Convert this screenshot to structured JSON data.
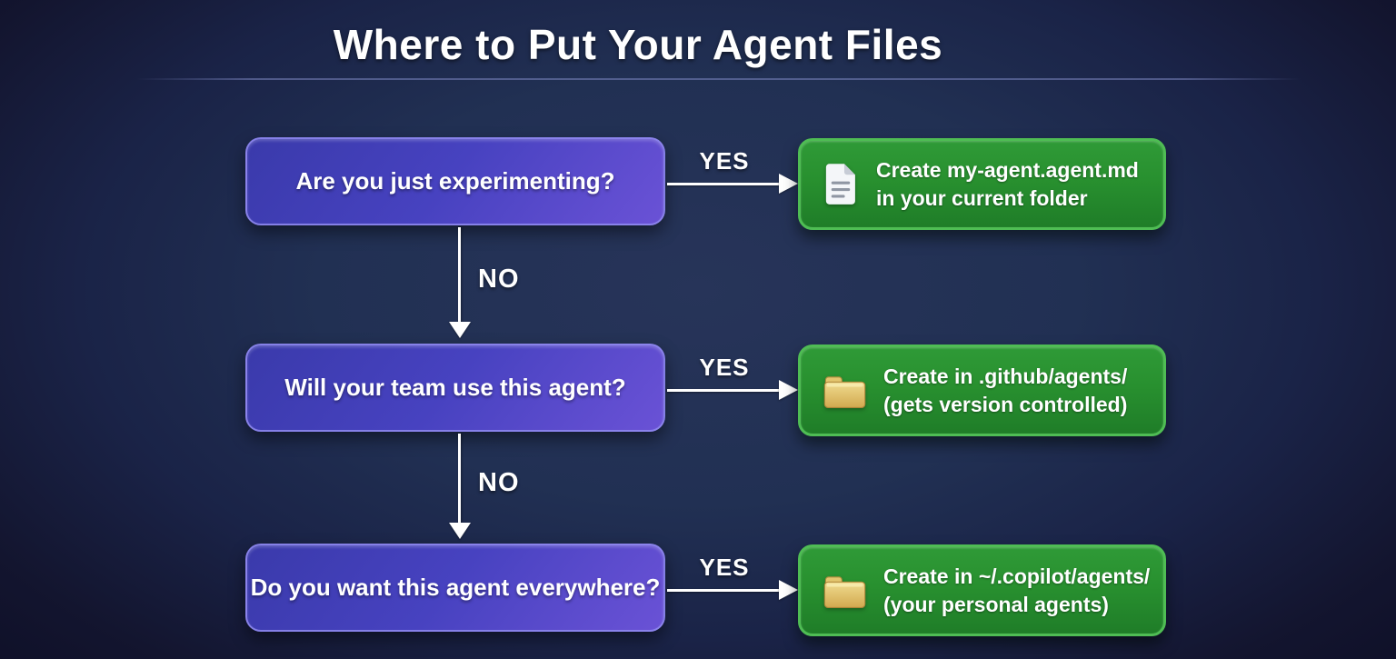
{
  "title": "Where to Put Your Agent Files",
  "colors": {
    "background": "#1c2547",
    "background_edge": "#0e0f27",
    "question_box_start": "#3a3aab",
    "question_box_end": "#6a52d6",
    "question_box_border": "#928cf0",
    "result_box_start": "#2f9a37",
    "result_box_end": "#1f7d28",
    "result_box_border": "#4fbd54",
    "arrow": "#ffffff",
    "title_text": "#ffffff",
    "folder_icon": "#e6c772",
    "document_icon": "#f4f6f9"
  },
  "flow": {
    "rows": [
      {
        "question": "Are you just experimenting?",
        "yes_label": "YES",
        "no_label": "NO",
        "result": {
          "icon": "document-icon",
          "line1": "Create my-agent.agent.md",
          "line2": "in your current folder"
        }
      },
      {
        "question": "Will your team use this agent?",
        "yes_label": "YES",
        "no_label": "NO",
        "result": {
          "icon": "folder-icon",
          "line1": "Create in .github/agents/",
          "line2": "(gets version controlled)"
        }
      },
      {
        "question": "Do you want this agent everywhere?",
        "yes_label": "YES",
        "result": {
          "icon": "folder-icon",
          "line1": "Create in ~/.copilot/agents/",
          "line2": "(your personal agents)"
        }
      }
    ]
  }
}
